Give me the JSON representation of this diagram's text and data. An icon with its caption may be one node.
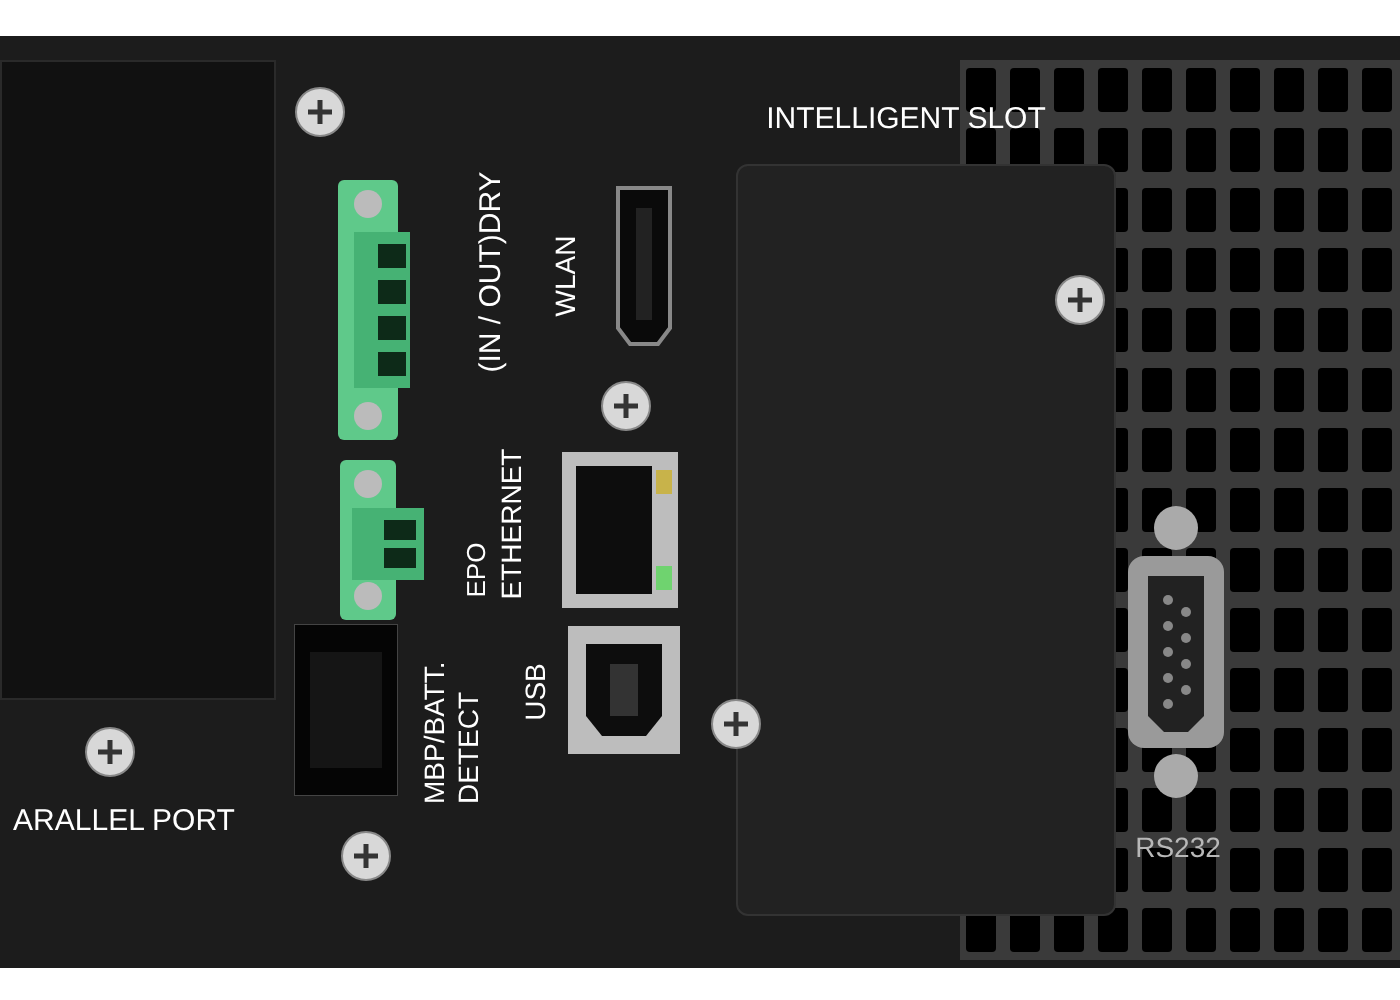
{
  "diagram": {
    "labels": [
      "INTELLIGENT SLOT",
      "(IN / OUT)DRY",
      "WLAN",
      "EPO",
      "ETHERNET",
      "USB",
      "MBP/BATT. DETECT",
      "ARALLEL PORT",
      "RS232"
    ]
  }
}
